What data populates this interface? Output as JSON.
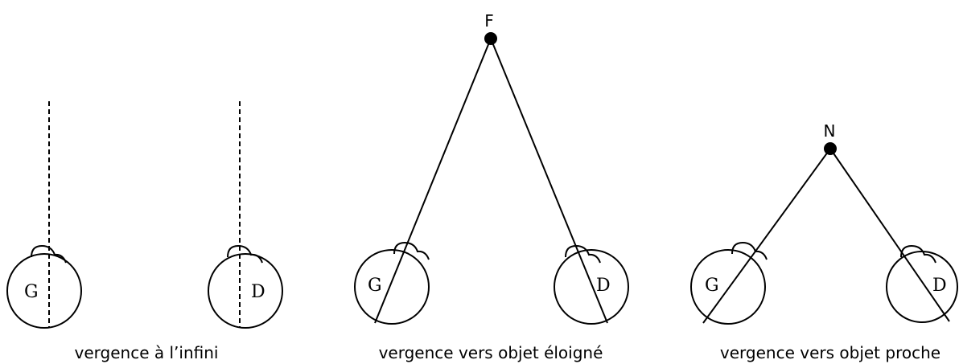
{
  "panels": [
    {
      "caption": "vergence à l’infini",
      "left_eye": "G",
      "right_eye": "D",
      "target": null
    },
    {
      "caption": "vergence vers objet éloigné",
      "left_eye": "G",
      "right_eye": "D",
      "target": "F"
    },
    {
      "caption": "vergence vers objet proche",
      "left_eye": "G",
      "right_eye": "D",
      "target": "N"
    }
  ]
}
